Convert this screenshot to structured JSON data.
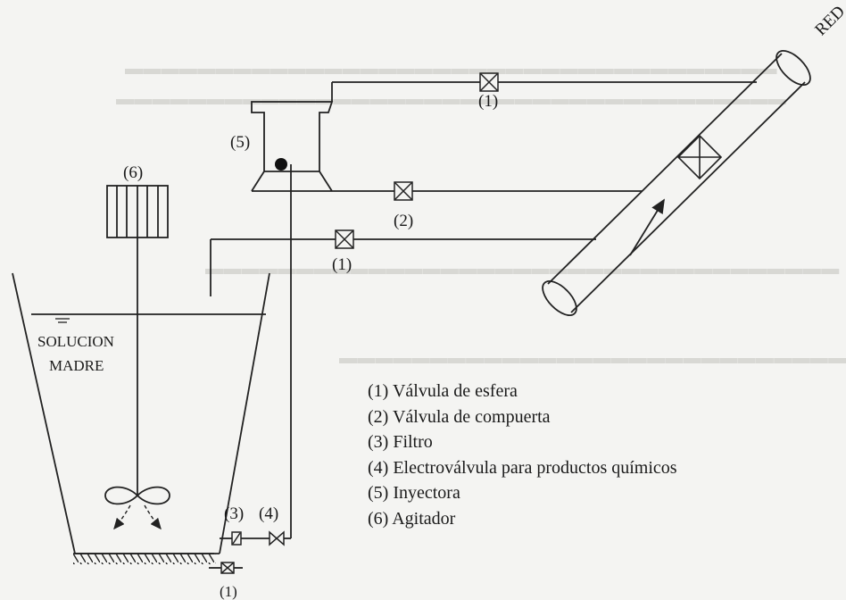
{
  "labels": {
    "red": "RED",
    "valve_top": "(1)",
    "valve_mid": "(2)",
    "valve_low": "(1)",
    "valve_bottom": "(1)",
    "injector": "(5)",
    "agitator": "(6)",
    "filter": "(3)",
    "electrovalve": "(4)",
    "solution_line1": "SOLUCION",
    "solution_line2": "MADRE"
  },
  "legend": [
    "(1) Válvula de esfera",
    "(2) Válvula de compuerta",
    "(3) Filtro",
    "(4) Electroválvula para productos químicos",
    "(5) Inyectora",
    "(6) Agitador"
  ]
}
